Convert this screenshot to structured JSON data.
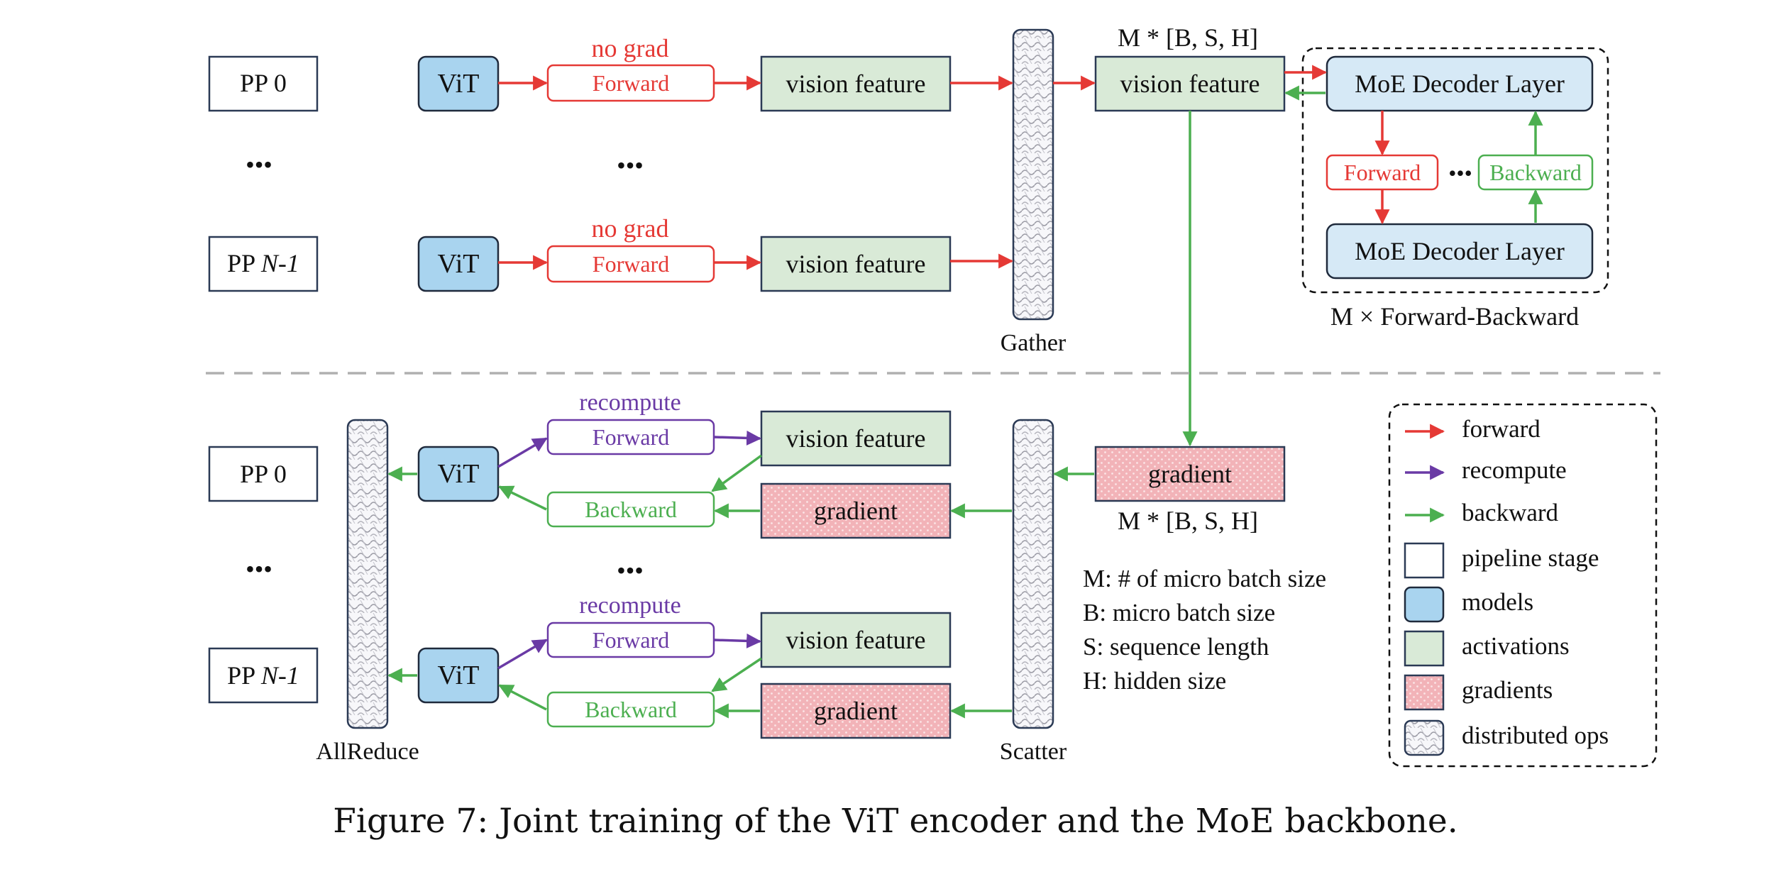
{
  "caption": "Figure 7: Joint training of the ViT encoder and the MoE backbone.",
  "colors": {
    "forward": "#e53935",
    "recompute": "#6a3aa5",
    "backward": "#4caf50",
    "model_fill": "#a9d4ef",
    "activation_fill": "#d9ead7",
    "gradient_fill": "#f2b3b8",
    "moe_fill": "#d6e9f6"
  },
  "top": {
    "stages": [
      "PP 0",
      "...",
      "PP N-1"
    ],
    "stage_prefix": "PP",
    "stage_last_italic": "N-1",
    "ellipsis": "•••",
    "vit_label": "ViT",
    "no_grad_label": "no grad",
    "forward_label": "Forward",
    "vision_feature_label": "vision feature",
    "gather_label": "Gather",
    "gathered_shape": "M * [B, S, H]",
    "gathered_feature_label": "vision feature",
    "moe_layer_label": "MoE Decoder Layer",
    "moe_forward_label": "Forward",
    "moe_backward_label": "Backward",
    "moe_loop_label": "M × Forward-Backward"
  },
  "bottom": {
    "allreduce_label": "AllReduce",
    "scatter_label": "Scatter",
    "recompute_label": "recompute",
    "forward_label": "Forward",
    "backward_label": "Backward",
    "vision_feature_label": "vision feature",
    "gradient_label": "gradient",
    "gathered_gradient_label": "gradient",
    "gradient_shape": "M * [B, S, H]",
    "definitions": [
      "M: # of micro batch size",
      "B: micro batch size",
      "S: sequence length",
      "H: hidden size"
    ]
  },
  "legend": [
    {
      "key": "forward",
      "label": "forward",
      "kind": "arrow"
    },
    {
      "key": "recompute",
      "label": "recompute",
      "kind": "arrow"
    },
    {
      "key": "backward",
      "label": "backward",
      "kind": "arrow"
    },
    {
      "key": "pipeline",
      "label": "pipeline stage",
      "kind": "box"
    },
    {
      "key": "models",
      "label": "models",
      "kind": "box"
    },
    {
      "key": "activations",
      "label": "activations",
      "kind": "box"
    },
    {
      "key": "gradients",
      "label": "gradients",
      "kind": "box"
    },
    {
      "key": "distributed",
      "label": "distributed ops",
      "kind": "box"
    }
  ]
}
